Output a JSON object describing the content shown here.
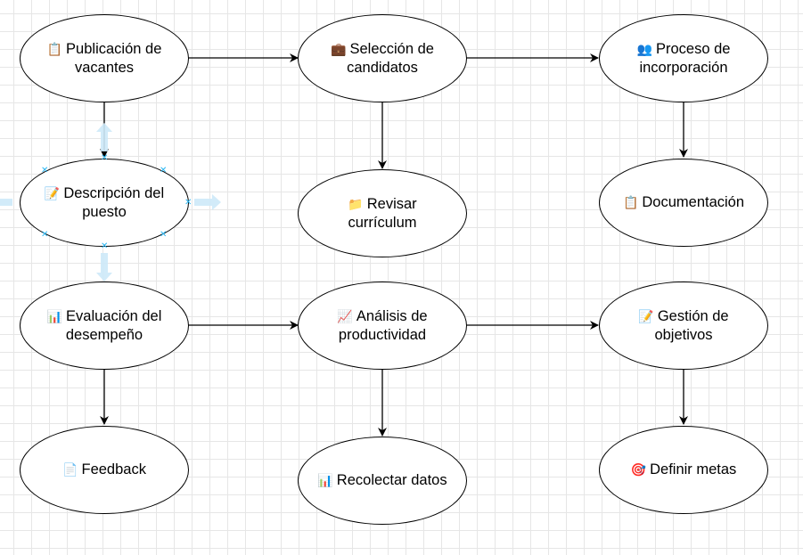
{
  "nodes": {
    "publicacion": {
      "icon": "📋",
      "text": "Publicación de vacantes"
    },
    "seleccion": {
      "icon": "💼",
      "text": "Selección de candidatos"
    },
    "incorporacion": {
      "icon": "👥",
      "text": "Proceso de incorporación"
    },
    "descripcion": {
      "icon": "📝",
      "text": "Descripción del puesto"
    },
    "revisar": {
      "icon": "📁",
      "text": "Revisar currículum"
    },
    "documentacion": {
      "icon": "📋",
      "text": "Documentación"
    },
    "evaluacion": {
      "icon": "📊",
      "text": "Evaluación del desempeño"
    },
    "analisis": {
      "icon": "📈",
      "text": "Análisis de productividad"
    },
    "gestion": {
      "icon": "📝",
      "text": "Gestión de objetivos"
    },
    "feedback": {
      "icon": "📄",
      "text": "Feedback"
    },
    "recolectar": {
      "icon": "📊",
      "text": "Recolectar datos"
    },
    "metas": {
      "icon": "🎯",
      "text": "Definir metas"
    }
  },
  "colors": {
    "edge": "#000000",
    "selection": "#29b6f2",
    "grid": "#e6e6e6"
  }
}
